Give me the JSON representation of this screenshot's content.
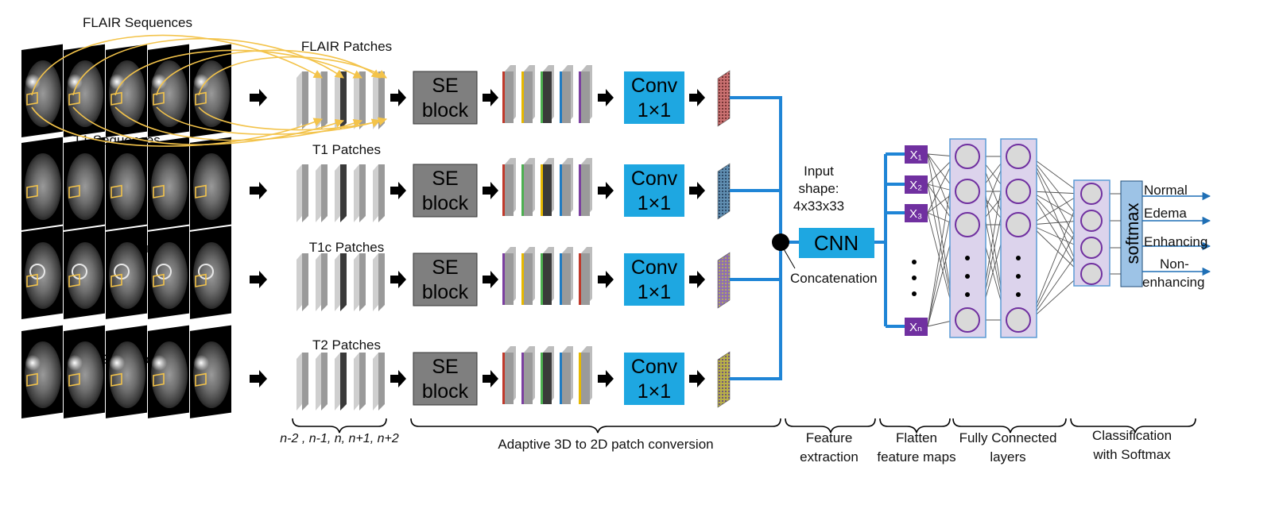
{
  "modalities": [
    {
      "sequence_label": "FLAIR Sequences",
      "patch_label": "FLAIR Patches",
      "strips": [
        "#c0392b",
        "#e6b800",
        "#4caf50",
        "#1f7bc2",
        "#7b3fa0"
      ],
      "texture": "#c97070"
    },
    {
      "sequence_label": "T1 Sequences",
      "patch_label": "T1 Patches",
      "strips": [
        "#c0392b",
        "#4caf50",
        "#e6b800",
        "#1f7bc2",
        "#7b3fa0"
      ],
      "texture": "#5f8db0"
    },
    {
      "sequence_label": "T1c Sequences",
      "patch_label": "T1c Patches",
      "strips": [
        "#7b3fa0",
        "#e6b800",
        "#4caf50",
        "#1f7bc2",
        "#c0392b"
      ],
      "texture": "#8f6fb0"
    },
    {
      "sequence_label": "T2 Sequences",
      "patch_label": "T2 Patches",
      "strips": [
        "#c0392b",
        "#7b3fa0",
        "#4caf50",
        "#1f7bc2",
        "#e6b800"
      ],
      "texture": "#b8b048"
    }
  ],
  "se_block": {
    "line1": "SE",
    "line2": "block"
  },
  "conv": {
    "line1": "Conv",
    "line2": "1×1"
  },
  "input_shape": {
    "line1": "Input",
    "line2": "shape:",
    "line3": "4x33x33"
  },
  "cnn_label": "CNN",
  "concat_label": "Concatenation",
  "flatten_nodes": [
    "X₁",
    "X₂",
    "X₃",
    "Xₙ"
  ],
  "softmax_label": "softmax",
  "outputs": {
    "normal": "Normal",
    "edema": "Edema",
    "enhancing": "Enhancing",
    "non1": "Non-",
    "non2": "enhancing"
  },
  "slice_index_label": "n-2 , n-1, n, n+1, n+2",
  "stages": {
    "adaptive": "Adaptive 3D to 2D patch conversion",
    "feature1": "Feature",
    "feature2": "extraction",
    "flatten1": "Flatten",
    "flatten2": "feature maps",
    "fc1": "Fully Connected",
    "fc2": "layers",
    "cls1": "Classification",
    "cls2": "with Softmax"
  },
  "colors": {
    "se_fill": "#7f7f7f",
    "conv_fill": "#1ea7e1",
    "cnn_fill": "#1ea7e1",
    "flatten_node": "#7030a0",
    "fc_panel": "#dcd3ec",
    "neuron_stroke": "#7030a0",
    "softmax_fill": "#9dc3e6",
    "connector": "#1f85d6",
    "arrow_yellow": "#f3c34a"
  }
}
